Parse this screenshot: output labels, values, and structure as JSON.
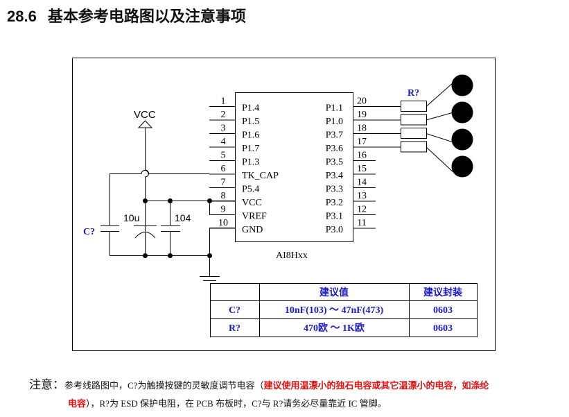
{
  "title": {
    "number": "28.6",
    "text": "基本参考电路图以及注意事项"
  },
  "schematic": {
    "chip_name": "AI8Hxx",
    "vcc_label": "VCC",
    "left_pins": [
      {
        "num": "1",
        "name": "P1.4"
      },
      {
        "num": "2",
        "name": "P1.5"
      },
      {
        "num": "3",
        "name": "P1.6"
      },
      {
        "num": "4",
        "name": "P1.7"
      },
      {
        "num": "5",
        "name": "P1.3"
      },
      {
        "num": "6",
        "name": "TK_CAP"
      },
      {
        "num": "7",
        "name": "P5.4"
      },
      {
        "num": "8",
        "name": "VCC"
      },
      {
        "num": "9",
        "name": "VREF"
      },
      {
        "num": "10",
        "name": "GND"
      }
    ],
    "right_pins": [
      {
        "num": "20",
        "name": "P1.1"
      },
      {
        "num": "19",
        "name": "P1.0"
      },
      {
        "num": "18",
        "name": "P3.7"
      },
      {
        "num": "17",
        "name": "P3.6"
      },
      {
        "num": "16",
        "name": "P3.5"
      },
      {
        "num": "15",
        "name": "P3.4"
      },
      {
        "num": "14",
        "name": "P3.3"
      },
      {
        "num": "13",
        "name": "P3.2"
      },
      {
        "num": "12",
        "name": "P3.1"
      },
      {
        "num": "11",
        "name": "P3.0"
      }
    ],
    "cap_touch_label": "C?",
    "cap_10u_label": "10u",
    "cap_104_label": "104",
    "resistor_label": "R?",
    "label_color": "#1a1acc"
  },
  "table": {
    "headers": [
      "",
      "建议值",
      "建议封装"
    ],
    "rows": [
      [
        "C?",
        "10nF(103) ～ 47nF(473)",
        "0603"
      ],
      [
        "R?",
        "470欧 ～ 1K欧",
        "0603"
      ]
    ]
  },
  "note": {
    "head": "注意：",
    "part1": "参考线路图中，C?为触摸按键的灵敏度调节电容（",
    "red1": "建议使用温漂小的独石电容或其它温漂小的电容，如涤纶",
    "red2": "电容",
    "part2": "），R?为 ESD 保护电阻，在 PCB 布板时，C?与 R?请务必尽量靠近 IC 管脚。"
  }
}
